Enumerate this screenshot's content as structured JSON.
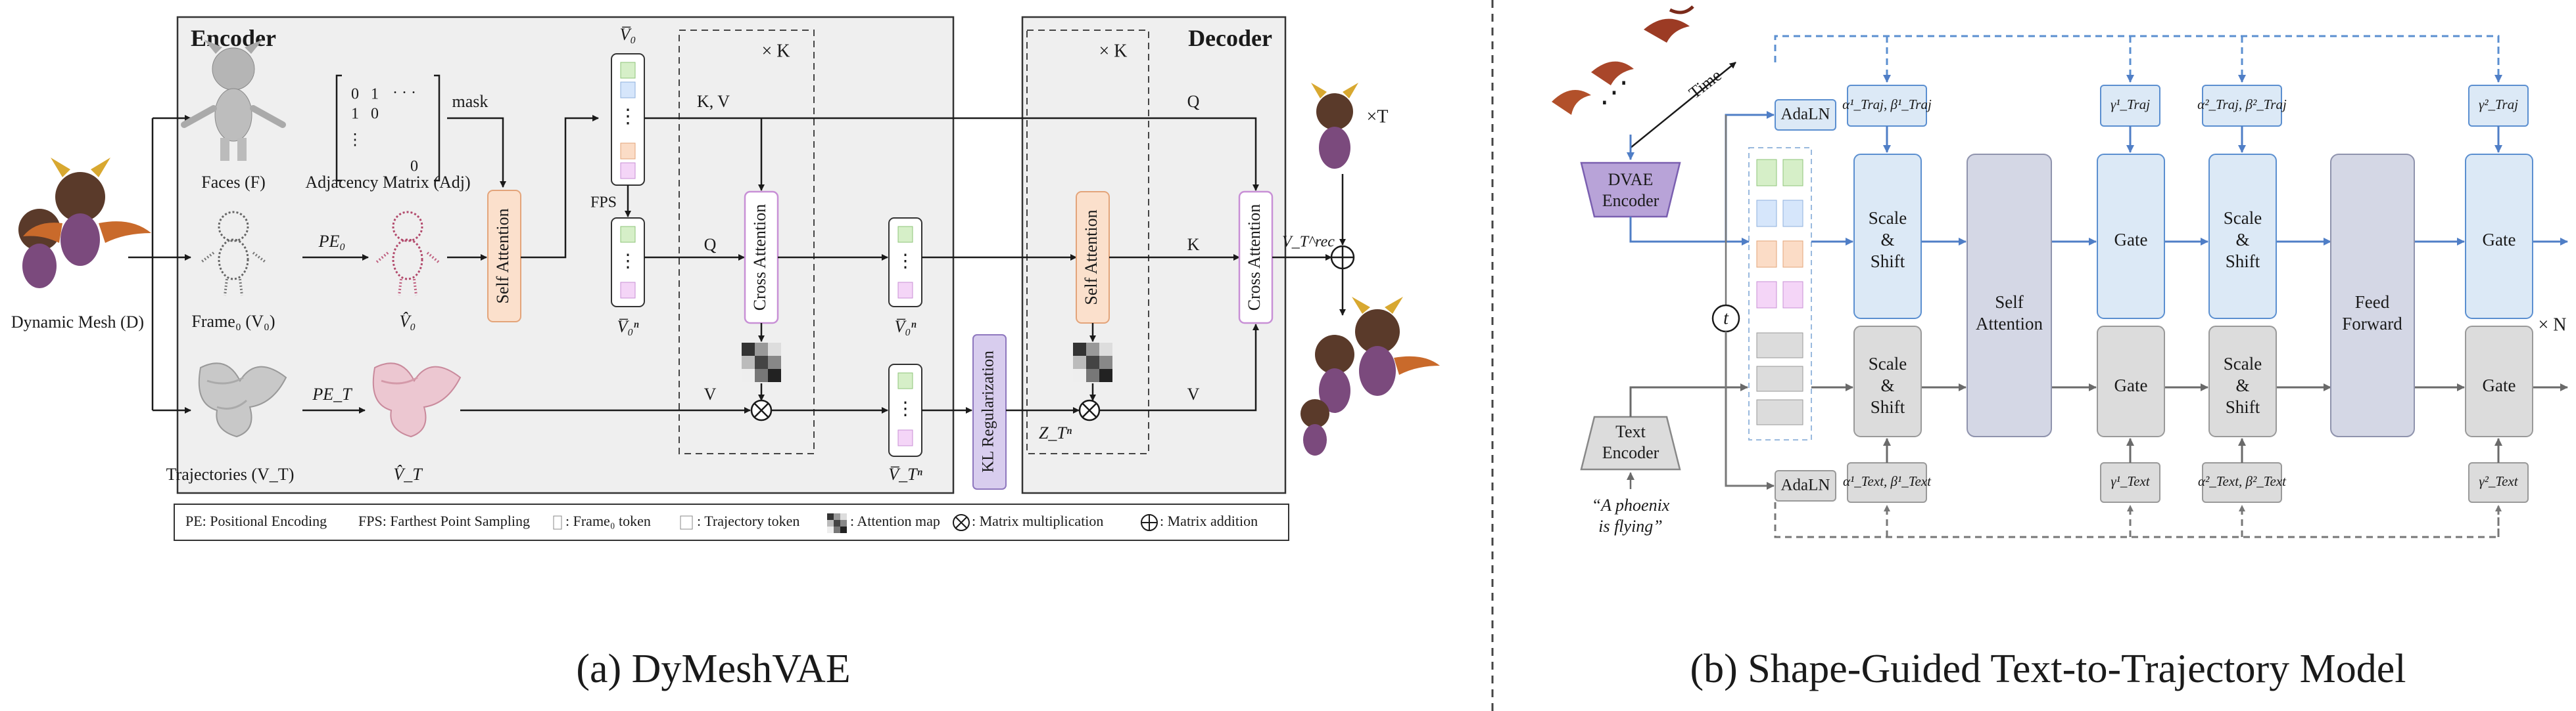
{
  "captions": {
    "left": "(a) DyMeshVAE",
    "right": "(b) Shape-Guided Text-to-Trajectory Model"
  },
  "dymeshvae": {
    "encoder_title": "Encoder",
    "decoder_title": "Decoder",
    "dynamic_mesh_label": "Dynamic Mesh (D)",
    "faces_label": "Faces (F)",
    "adjacency_label": "Adjacency Matrix (Adj)",
    "matrix_entries": [
      "0",
      "1",
      "· · ·",
      "1",
      "0",
      "⋮",
      "0"
    ],
    "mask_label": "mask",
    "frame0_label": "Frame₀ (V₀)",
    "pe0_label": "PE₀",
    "v0_hat_label": "V̂₀",
    "self_attention_label": "Self Attention",
    "v0_bar_label": "V̅₀",
    "fps_label": "FPS",
    "v0n_bar_label": "V̅₀ⁿ",
    "kv_label": "K, V",
    "q_label": "Q",
    "times_k_left": "× K",
    "times_k_right": "× K",
    "cross_attention_label": "Cross Attention",
    "v0n_bar_out_label": "V̅₀ⁿ",
    "trajectories_label": "Trajectories (V_T)",
    "pet_label": "PE_T",
    "vt_hat_label": "V̂_T",
    "v_label": "V",
    "vtn_bar_label": "V̅_Tⁿ",
    "kl_label": "KL Regularization",
    "ztn_label": "Z_Tⁿ",
    "decoder_self_attention_label": "Self Attention",
    "decoder_cross_attention_label": "Cross Attention",
    "q_top_label": "Q",
    "k_label": "K",
    "v_dec_label": "V",
    "vt_rec_label": "V_T^rec",
    "times_t_label": "×T",
    "legend": {
      "pe": "PE: Positional Encoding",
      "fps": "FPS: Farthest Point Sampling",
      "frame_token": ": Frame₀ token",
      "traj_token": ": Trajectory  token",
      "attn_map": ": Attention map",
      "mat_mult": ": Matrix multiplication",
      "mat_add": ": Matrix addition"
    }
  },
  "t2t": {
    "time_label": "Time",
    "dvae_line1": "DVAE",
    "dvae_line2": "Encoder",
    "adaln_top": "AdaLN",
    "adaln_bottom": "AdaLN",
    "t_label": "t",
    "text_encoder_line1": "Text",
    "text_encoder_line2": "Encoder",
    "prompt_line1": "“A phoenix",
    "prompt_line2": "is flying”",
    "params_traj": [
      "α¹_Traj, β¹_Traj",
      "γ¹_Traj",
      "α²_Traj, β²_Traj",
      "γ²_Traj"
    ],
    "params_text": [
      "α¹_Text, β¹_Text",
      "γ¹_Text",
      "α²_Text, β²_Text",
      "γ²_Text"
    ],
    "scale_shift": [
      "Scale",
      "&",
      "Shift"
    ],
    "gate_label": "Gate",
    "self_attention": [
      "Self",
      "Attention"
    ],
    "feed_forward": [
      "Feed",
      "Forward"
    ],
    "times_n_label": "× N"
  },
  "colors": {
    "blue_fill": "#dce9f6",
    "blue_stroke": "#5b8fd0",
    "gray_fill": "#dcdcdc",
    "lavender_fill": "#d4d7e5",
    "purple_fill": "#b8a3d8",
    "orange_fill": "#fbe0cc",
    "pink_stroke": "#c890d6",
    "panel_fill": "#efefef"
  }
}
